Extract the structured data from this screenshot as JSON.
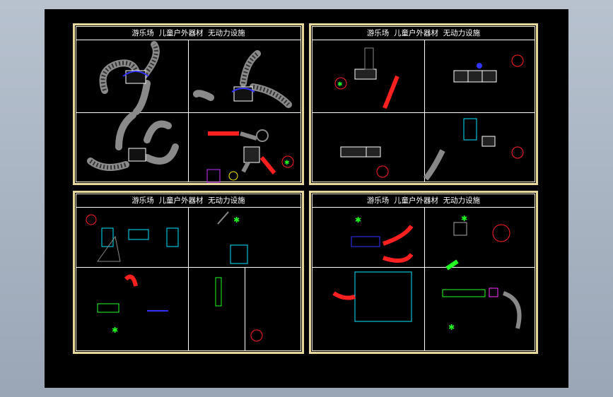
{
  "sheets": [
    {
      "title": "游乐场  儿童户外器材  无动力设施"
    },
    {
      "title": "游乐场  儿童户外器材  无动力设施"
    },
    {
      "title": "游乐场  儿童户外器材  无动力设施"
    },
    {
      "title": "游乐场  儿童户外器材  无动力设施"
    }
  ],
  "colors": {
    "viewport_bg": "#000000",
    "app_bg": "#aab4c2",
    "frame": "#e6d89a",
    "line": "#ffffff",
    "slide_red": "#ff2020",
    "platform_blue": "#3333ff",
    "stair_cyan": "#00e5ff",
    "figure_green": "#22ff22",
    "magenta": "#ff33ff"
  }
}
